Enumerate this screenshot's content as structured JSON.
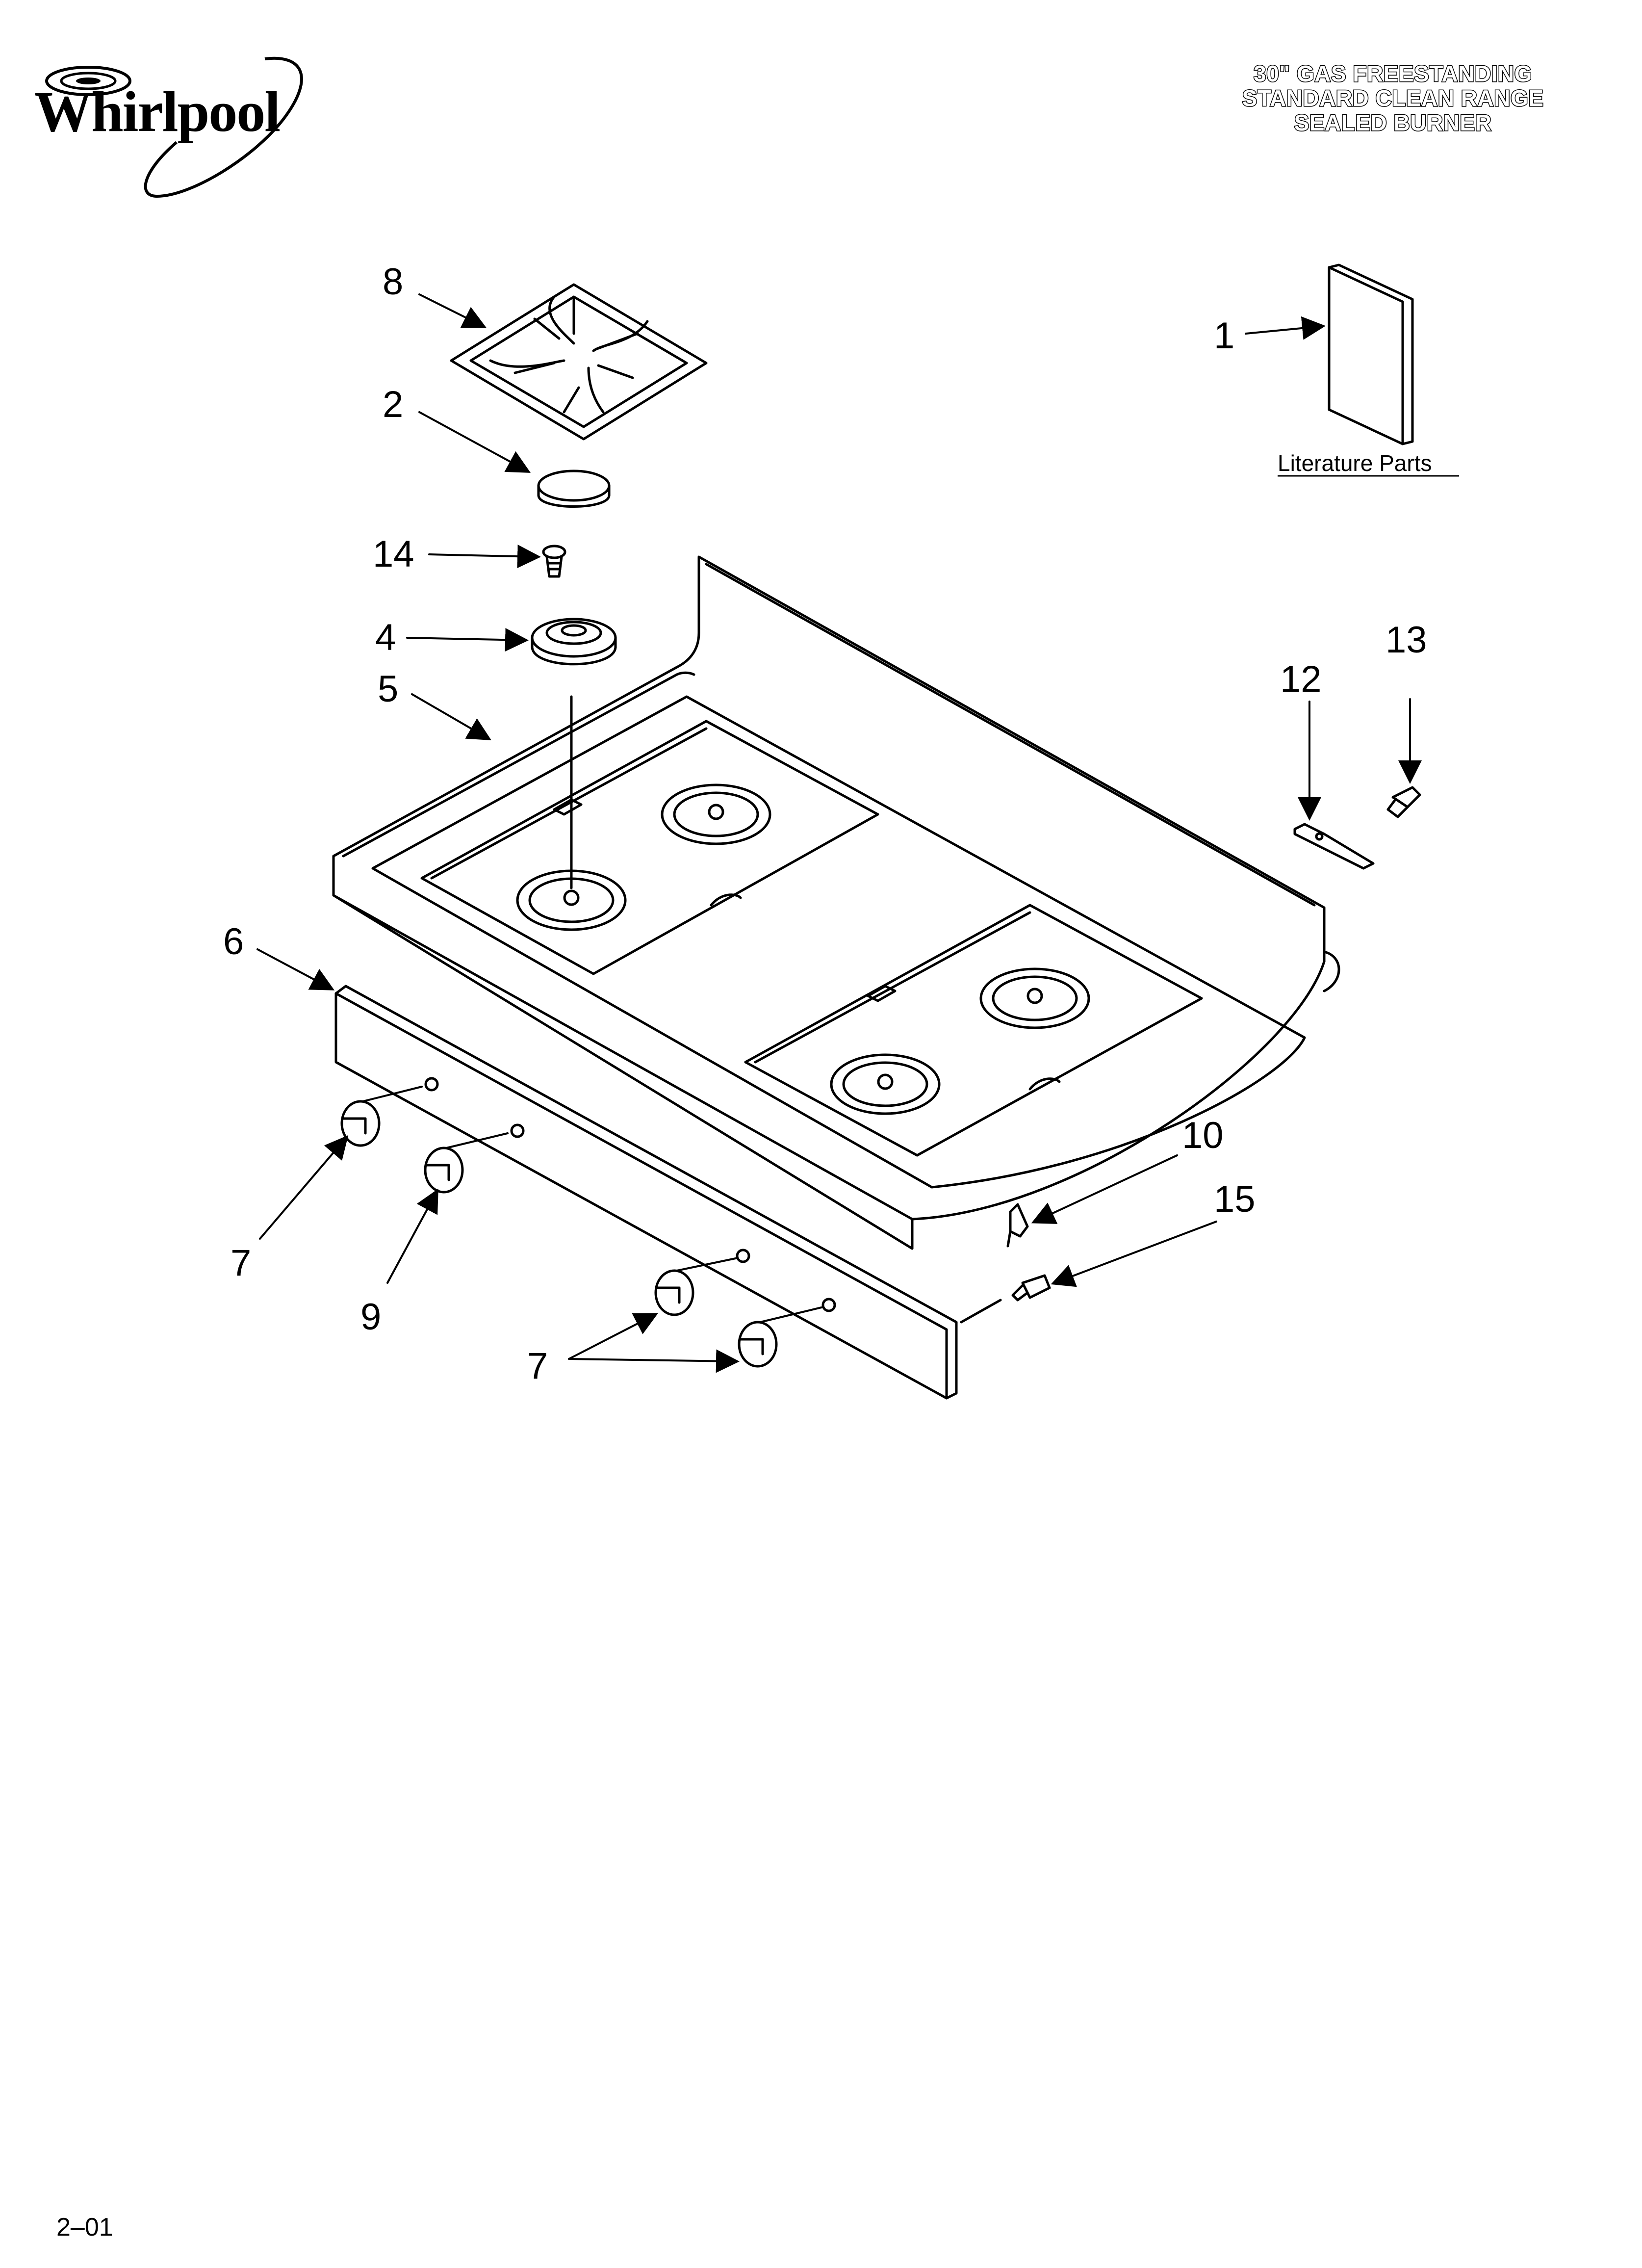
{
  "brand": {
    "name": "Whirlpool"
  },
  "header": {
    "title_lines": [
      "30\" GAS FREESTANDING",
      "STANDARD CLEAN RANGE",
      "SEALED BURNER"
    ]
  },
  "callouts": {
    "c8": "8",
    "c2": "2",
    "c14": "14",
    "c4": "4",
    "c5": "5",
    "c1": "1",
    "c13": "13",
    "c12": "12",
    "c6": "6",
    "c7a": "7",
    "c9": "9",
    "c10": "10",
    "c15": "15",
    "c7b": "7"
  },
  "literature": {
    "label": "Literature Parts"
  },
  "footer": {
    "code": "2–01"
  }
}
